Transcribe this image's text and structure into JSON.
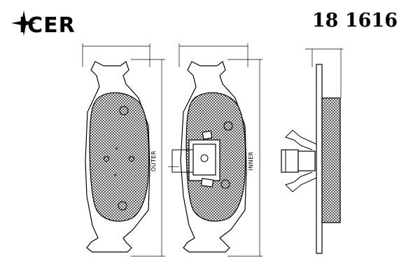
{
  "header": {
    "brand": "ICER",
    "part_number": "18 1616"
  },
  "labels": {
    "outer": "OUTER",
    "inner": "INNER"
  },
  "colors": {
    "line": "#000000",
    "background": "#ffffff",
    "friction_hatch": "#000000"
  },
  "icons": {
    "logo_mark": "four-point-star-icon"
  }
}
